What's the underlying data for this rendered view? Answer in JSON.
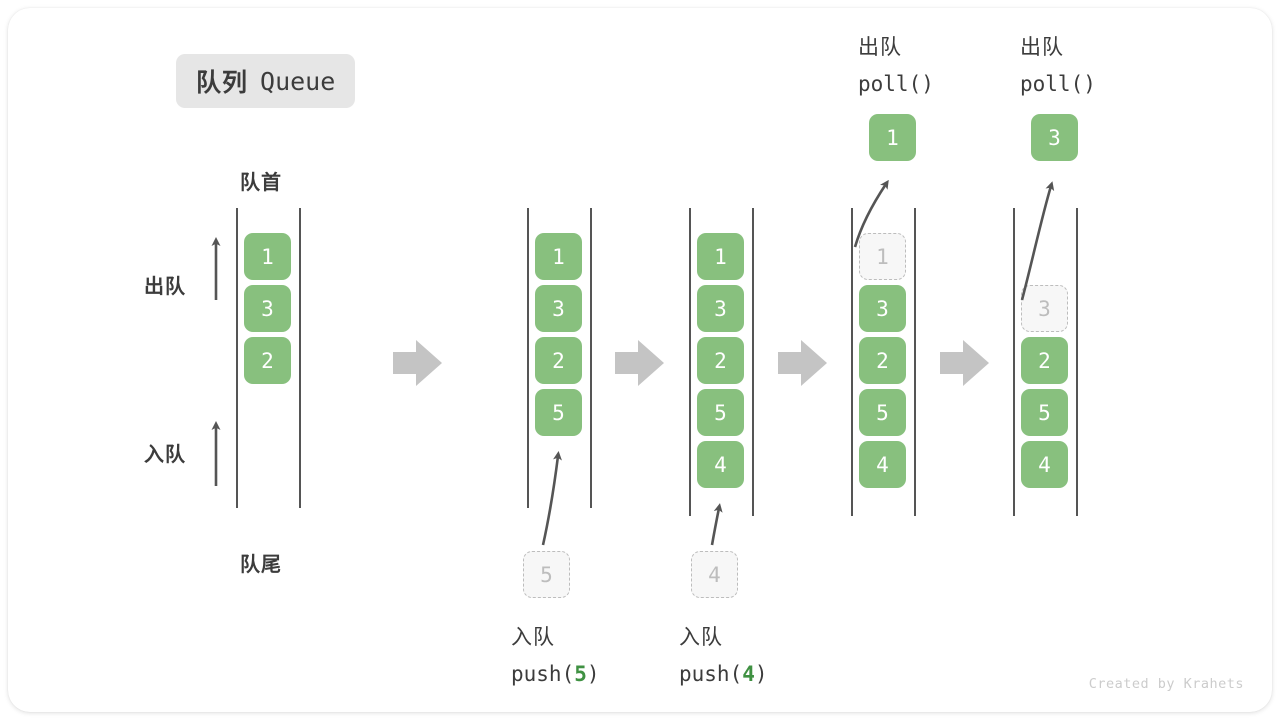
{
  "title": {
    "cn": "队列",
    "en": "Queue"
  },
  "labels": {
    "front": "队首",
    "rear": "队尾",
    "dequeue": "出队",
    "enqueue": "入队"
  },
  "colors": {
    "cell_fill": "#88c07e",
    "cell_text": "#ffffff",
    "ghost_fill": "#f7f7f7",
    "ghost_border": "#bdbdbd",
    "rail": "#555555",
    "arrow_gray": "#c4c4c4",
    "chip_bg": "#e6e6e6",
    "text": "#3c3c3c",
    "accent_green": "#3f9142",
    "credit": "#cccccc"
  },
  "credit": "Created by Krahets",
  "steps": [
    {
      "id": "initial",
      "header_cn": "",
      "header_code": "",
      "cells": [
        "1",
        "3",
        "2"
      ],
      "ghost_index": -1,
      "side_labels": [
        "队首",
        "队尾"
      ],
      "axis_labels": [
        "出队",
        "入队"
      ],
      "caption_cn": "",
      "caption_code": "",
      "caption_arg": ""
    },
    {
      "id": "push-5",
      "header_cn": "",
      "header_code": "",
      "cells": [
        "1",
        "3",
        "2",
        "5"
      ],
      "ghost_index": -1,
      "incoming": "5",
      "caption_cn": "入队",
      "caption_code_pre": "push(",
      "caption_arg": "5",
      "caption_code_post": ")"
    },
    {
      "id": "push-4",
      "header_cn": "",
      "header_code": "",
      "cells": [
        "1",
        "3",
        "2",
        "5",
        "4"
      ],
      "ghost_index": -1,
      "incoming": "4",
      "caption_cn": "入队",
      "caption_code_pre": "push(",
      "caption_arg": "4",
      "caption_code_post": ")"
    },
    {
      "id": "poll-1",
      "header_cn": "出队",
      "header_code": "poll()",
      "popped": "1",
      "cells": [
        "1",
        "3",
        "2",
        "5",
        "4"
      ],
      "ghost_index": 0,
      "caption_cn": "",
      "caption_code": ""
    },
    {
      "id": "poll-3",
      "header_cn": "出队",
      "header_code": "poll()",
      "popped": "3",
      "cells": [
        "3",
        "2",
        "5",
        "4"
      ],
      "ghost_index": 0,
      "caption_cn": "",
      "caption_code": ""
    }
  ],
  "transitions": [
    "arrow-right",
    "arrow-right",
    "arrow-right",
    "arrow-right"
  ]
}
